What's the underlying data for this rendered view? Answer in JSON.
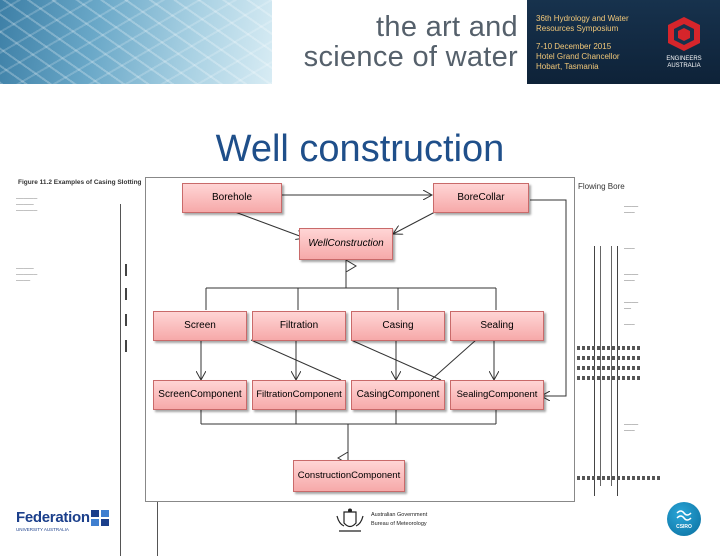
{
  "banner": {
    "tagline_lines": [
      "the art and",
      "science of water"
    ],
    "event_lines": [
      "36th Hydrology and Water",
      "Resources Symposium",
      "7-10 December 2015",
      "Hotel Grand Chancellor",
      "Hobart, Tasmania"
    ],
    "org_lines": [
      "ENGINEERS",
      "AUSTRALIA"
    ]
  },
  "slide": {
    "title": "Well construction"
  },
  "uml": {
    "classes": {
      "borehole": "Borehole",
      "bore_collar": "BoreCollar",
      "well_construction": "WellConstruction",
      "screen": "Screen",
      "filtration": "Filtration",
      "casing": "Casing",
      "sealing": "Sealing",
      "screen_component": "ScreenComponent",
      "filtration_component": "FiltrationComponent",
      "casing_component": "CasingComponent",
      "sealing_component": "SealingComponent",
      "construction_component": "ConstructionComponent"
    }
  },
  "background_figures": {
    "left_title": "Figure 11.2   Examples of Casing Slotting",
    "right_title": "Flowing Bore"
  },
  "footer": {
    "federation": "Federation",
    "federation_sub": "UNIVERSITY AUSTRALIA",
    "gov_lines": [
      "Australian Government",
      "Bureau of Meteorology"
    ],
    "csiro": "CSIRO"
  },
  "colors": {
    "title_blue": "#1f4f8a",
    "class_fill": "#f6a9a9",
    "banner_dark": "#17324d",
    "banner_gold": "#f2c879"
  }
}
